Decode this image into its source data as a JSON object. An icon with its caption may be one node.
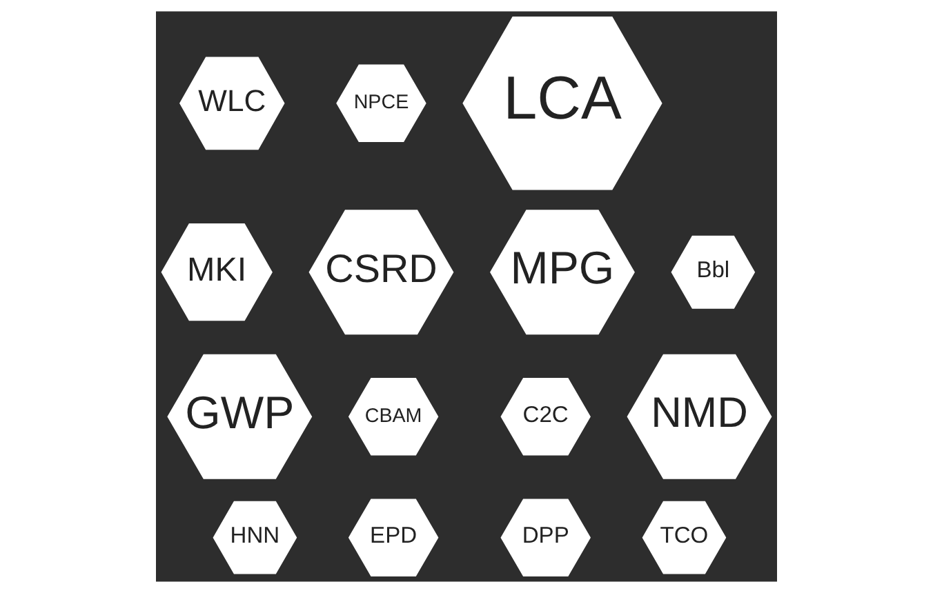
{
  "diagram": {
    "nodes": [
      {
        "text": [
          "WLC"
        ]
      },
      {
        "text": [
          "NPCE"
        ]
      },
      {
        "text": [
          "LCA"
        ]
      },
      {
        "text": [
          "MKI"
        ]
      },
      {
        "text": [
          "CSRD"
        ]
      },
      {
        "text": [
          "Bbl"
        ]
      },
      {
        "text": [
          "MPG"
        ]
      },
      {
        "text": [
          "C2C"
        ]
      },
      {
        "text": [
          "GWP"
        ]
      },
      {
        "text": [
          "CBAM"
        ]
      },
      {
        "text": [
          "NMD"
        ]
      },
      {
        "text": [
          "DPP"
        ]
      },
      {
        "text": [
          "HNN"
        ]
      },
      {
        "text": [
          "EPD"
        ]
      },
      {
        "text": [
          "TCO"
        ]
      }
    ],
    "edges": []
  }
}
